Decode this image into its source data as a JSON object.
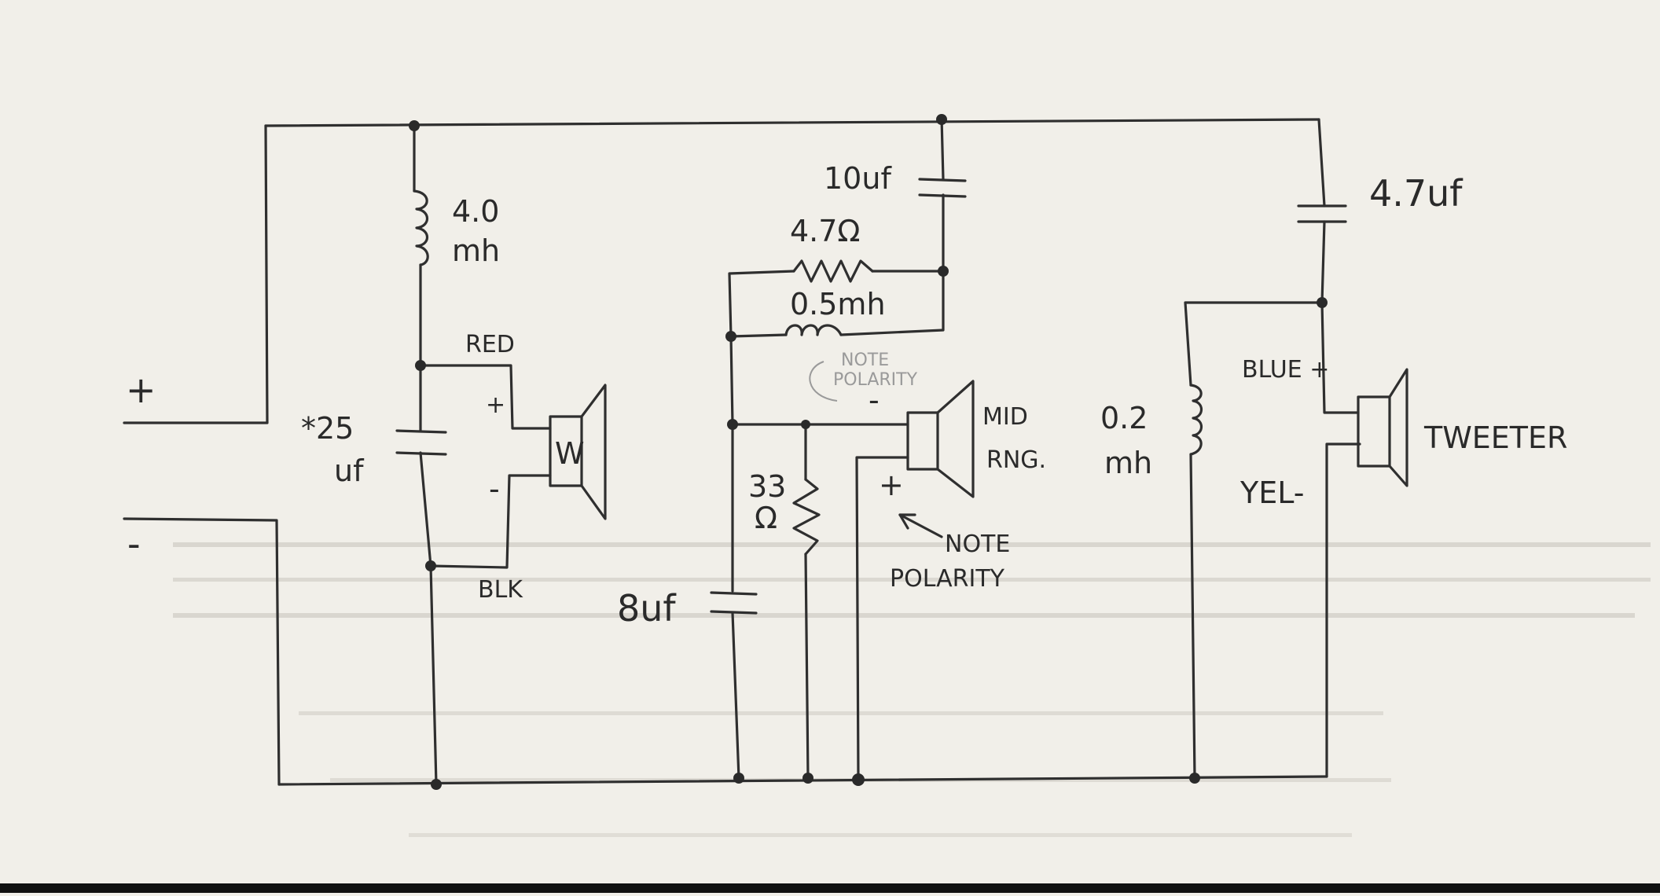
{
  "diagram": {
    "input_plus": "+",
    "input_minus": "-",
    "woofer": {
      "inductor_value": "4.0",
      "inductor_unit": "mh",
      "cap_value": "*25",
      "cap_unit": "uf",
      "wire_pos": "RED",
      "wire_neg": "BLK",
      "sign_pos": "+",
      "sign_neg": "-",
      "letter": "W"
    },
    "midrange": {
      "cap_top": "10uf",
      "resistor_top": "4.7Ω",
      "inductor": "0.5mh",
      "note_faint": "NOTE",
      "polarity_faint": "POLARITY",
      "sign_neg": "-",
      "sign_pos": "+",
      "label_line1": "MID",
      "label_line2": "RNG.",
      "resistor_val": "33",
      "resistor_unit": "Ω",
      "cap_bottom": "8uf",
      "note": "NOTE",
      "polarity": "POLARITY"
    },
    "tweeter": {
      "cap": "4.7uf",
      "inductor_value": "0.2",
      "inductor_unit": "mh",
      "wire_pos": "BLUE +",
      "wire_neg": "YEL-",
      "label": "TWEETER"
    }
  }
}
